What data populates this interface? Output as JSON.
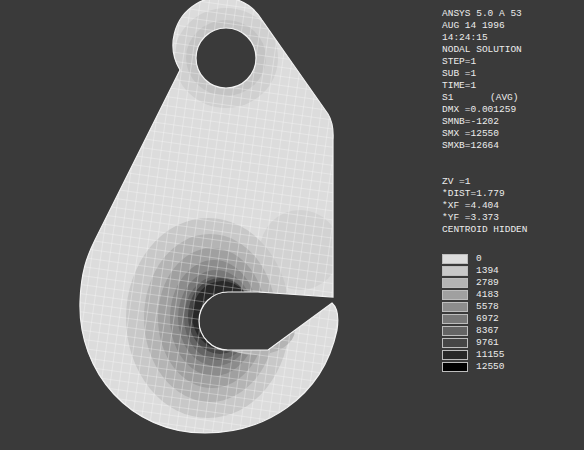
{
  "diagram": {
    "labels": [
      "ANSYS 5.0 A 53",
      "AUG 14 1996",
      "14:24:15",
      "NODAL SOLUTION",
      "STEP=1",
      "SUB =1",
      "TIME=1",
      "S1",
      "(AVG)",
      "DMX =0.001259",
      "SMNB=-1202",
      "SMX =12550",
      "SMXB=12664",
      "ZV =1",
      "*DIST=1.779",
      "*XF =4.404",
      "*YF =3.373",
      "CENTROID HIDDEN"
    ],
    "legend": [
      {
        "text": "0",
        "color": "#dcdcdc"
      },
      {
        "text": "1394",
        "color": "#c8c8c8"
      },
      {
        "text": "2789",
        "color": "#b4b4b4"
      },
      {
        "text": "4183",
        "color": "#a0a0a0"
      },
      {
        "text": "5578",
        "color": "#8c8c8c"
      },
      {
        "text": "6972",
        "color": "#787878"
      },
      {
        "text": "8367",
        "color": "#646464"
      },
      {
        "text": "9761",
        "color": "#464646"
      },
      {
        "text": "11155",
        "color": "#282828"
      },
      {
        "text": "12550",
        "color": "#000000"
      }
    ]
  }
}
